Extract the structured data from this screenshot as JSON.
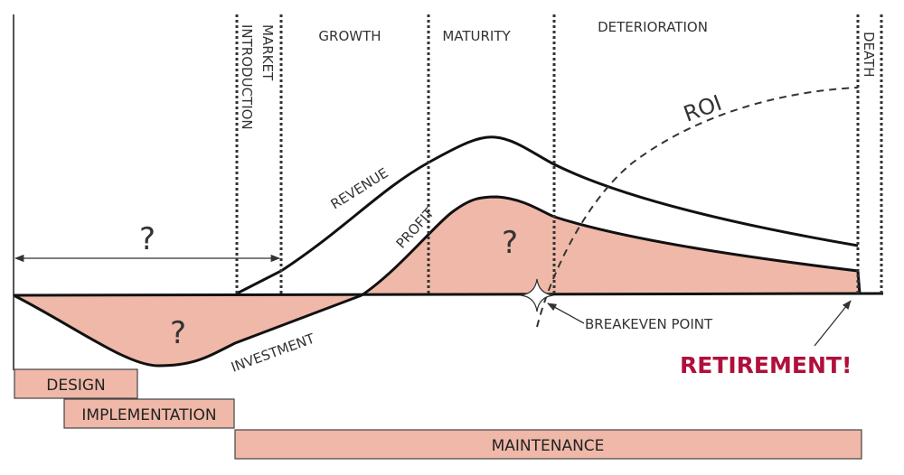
{
  "phases": {
    "introduction": "INTRODUCTION",
    "market": "MARKET",
    "growth": "GROWTH",
    "maturity": "MATURITY",
    "deterioration": "DETERIORATION",
    "death": "DEATH"
  },
  "curves": {
    "revenue": "REVENUE",
    "profit": "PROFIT",
    "investment": "INVESTMENT",
    "roi": "ROI"
  },
  "unknowns": {
    "duration": "?",
    "investment": "?",
    "profit": "?"
  },
  "annotations": {
    "breakeven": "BREAKEVEN POINT",
    "retirement": "RETIREMENT!"
  },
  "activities": {
    "design": "DESIGN",
    "implementation": "IMPLEMENTATION",
    "maintenance": "MAINTENANCE"
  },
  "colors": {
    "fill": "#efb8a8",
    "retirement": "#b0103c"
  }
}
